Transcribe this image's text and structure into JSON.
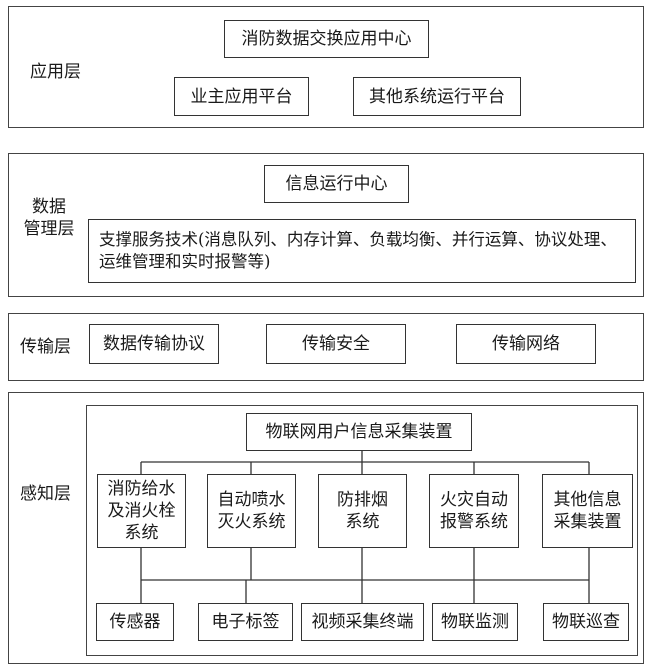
{
  "layers": {
    "application": {
      "label": "应用层",
      "top_box": "消防数据交换应用中心",
      "boxes": [
        "业主应用平台",
        "其他系统运行平台"
      ]
    },
    "data_management": {
      "label_line1": "数据",
      "label_line2": "管理层",
      "top_box": "信息运行中心",
      "support_box": "支撑服务技术(消息队列、内存计算、负载均衡、并行运算、协议处理、运维管理和实时报警等)"
    },
    "transport": {
      "label": "传输层",
      "boxes": [
        "数据传输协议",
        "传输安全",
        "传输网络"
      ]
    },
    "perception": {
      "label": "感知层",
      "top_box": "物联网用户信息采集装置",
      "systems": [
        {
          "line1": "消防给水",
          "line2": "及消火栓",
          "line3": "系统"
        },
        {
          "line1": "自动喷水",
          "line2": "灭火系统"
        },
        {
          "line1": "防排烟",
          "line2": "系统"
        },
        {
          "line1": "火灾自动",
          "line2": "报警系统"
        },
        {
          "line1": "其他信息",
          "line2": "采集装置"
        }
      ],
      "devices": [
        "传感器",
        "电子标签",
        "视频采集终端",
        "物联监测",
        "物联巡查"
      ]
    }
  }
}
